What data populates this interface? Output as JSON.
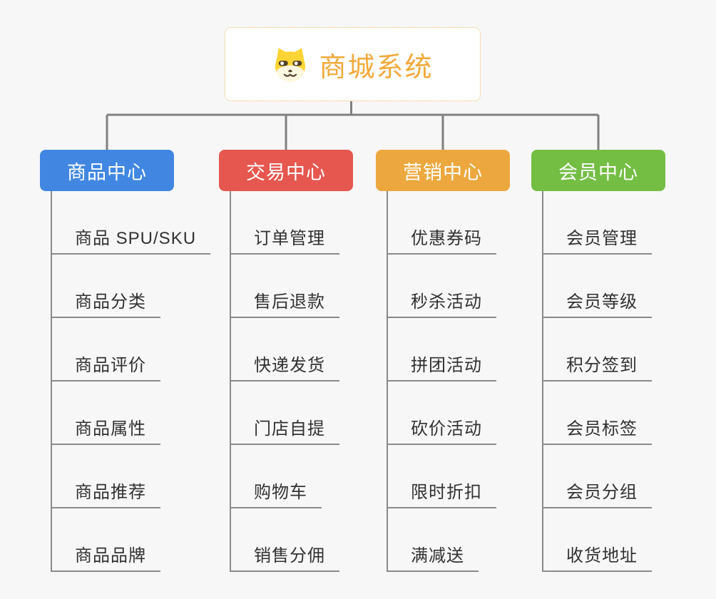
{
  "root": {
    "label": "商城系统",
    "icon": "shiba-dog-icon",
    "accent_color": "#f2a93b",
    "border_color": "#efb66b"
  },
  "branches": [
    {
      "label": "商品中心",
      "color": "#4187e2",
      "items": [
        "商品 SPU/SKU",
        "商品分类",
        "商品评价",
        "商品属性",
        "商品推荐",
        "商品品牌"
      ]
    },
    {
      "label": "交易中心",
      "color": "#e5574f",
      "items": [
        "订单管理",
        "售后退款",
        "快递发货",
        "门店自提",
        "购物车",
        "销售分佣"
      ]
    },
    {
      "label": "营销中心",
      "color": "#eca83e",
      "items": [
        "优惠券码",
        "秒杀活动",
        "拼团活动",
        "砍价活动",
        "限时折扣",
        "满减送"
      ]
    },
    {
      "label": "会员中心",
      "color": "#74be44",
      "items": [
        "会员管理",
        "会员等级",
        "积分签到",
        "会员标签",
        "会员分组",
        "收货地址"
      ]
    }
  ],
  "colors": {
    "background": "#f7f7f7",
    "connector_line": "#808080",
    "topic_underline": "#8a8a8a",
    "topic_text": "#313131",
    "header_text": "#ffffff"
  }
}
